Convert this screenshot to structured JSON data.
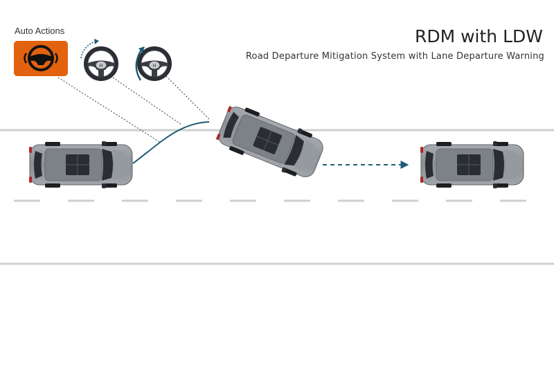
{
  "diagram": {
    "title": "RDM with LDW",
    "subtitle": "Road Departure Mitigation System with Lane Departure Warning",
    "auto_actions_label": "Auto Actions",
    "icons": [
      "steering-warning-icon",
      "steering-wheel-turn-right-icon",
      "steering-wheel-turn-left-icon"
    ],
    "colors": {
      "warning": "#e2620f",
      "path": "#1d5b74",
      "road_line": "#cfcfcf",
      "car_body": "#8e9399",
      "car_dark": "#2a2d31"
    }
  }
}
